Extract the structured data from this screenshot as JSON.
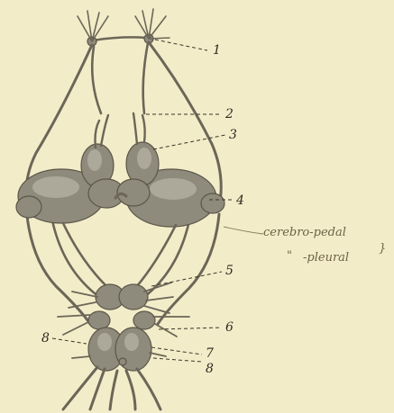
{
  "figure": {
    "labels": {
      "l1": "1",
      "l2": "2",
      "l3": "3",
      "l4": "4",
      "l5": "5",
      "l6": "6",
      "l7": "7",
      "l8_right": "8",
      "l8_left": "8"
    },
    "handwriting": {
      "line1": "cerebro-pedal",
      "line2_mark": "\"",
      "line2": "-pleural",
      "brace": "}"
    }
  }
}
